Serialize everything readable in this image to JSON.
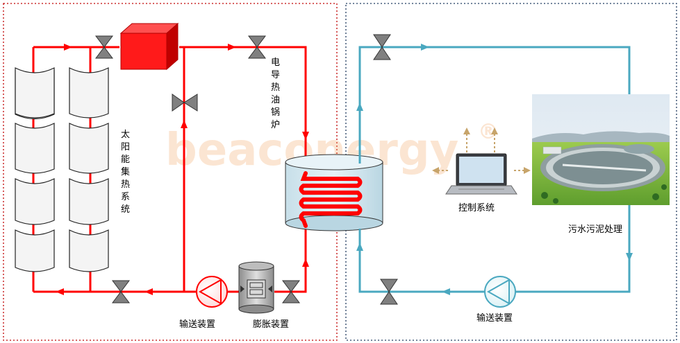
{
  "labels": {
    "solar_system": "太阳能集热系统",
    "boiler": "电导热油锅炉",
    "pump_left": "输送装置",
    "expansion": "膨胀装置",
    "control": "控制系统",
    "sludge": "污水污泥处理",
    "pump_right": "输送装置"
  },
  "watermark": {
    "text": "beaconergy",
    "mark": "®"
  },
  "colors": {
    "hot_loop": "#ff0000",
    "cold_loop": "#4aa8c0",
    "left_border": "#c00000",
    "right_border": "#1f3a5f",
    "valve": "#808080"
  },
  "icons": {
    "laptop": "laptop-icon",
    "photo": "sewage-plant-photo"
  }
}
